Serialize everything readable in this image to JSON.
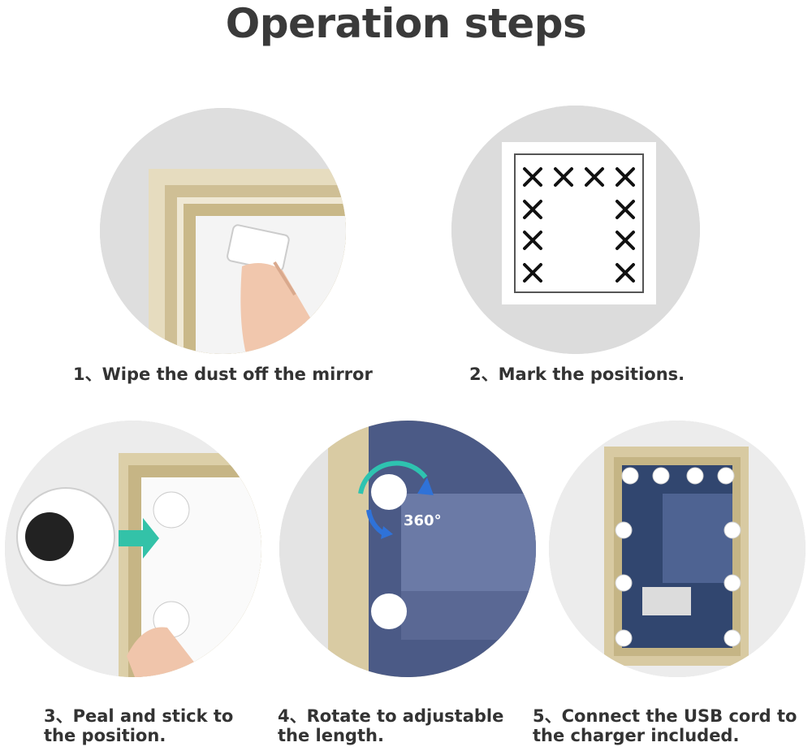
{
  "title": "Operation steps",
  "steps": [
    {
      "number": "1、",
      "lines": [
        "Wipe the dust off the mirror"
      ]
    },
    {
      "number": "2、",
      "lines": [
        "Mark the positions."
      ]
    },
    {
      "number": "3、",
      "lines": [
        "Peal and stick to",
        "the position."
      ]
    },
    {
      "number": "4、",
      "lines": [
        "Rotate to adjustable",
        "the length."
      ]
    },
    {
      "number": "5、",
      "lines": [
        "Connect the USB cord to",
        "the charger included."
      ]
    }
  ],
  "rotation_label": "360°",
  "colors": {
    "title": "#3a3a3a",
    "caption": "#333333",
    "circle_gray": "#d9d9d9",
    "frame_gold": "#d8c9a3",
    "mark": "#111111"
  },
  "icons": [
    "wipe-hand-icon",
    "mark-grid-icon",
    "bulb-stick-icon",
    "rotate-360-icon",
    "mirror-lights-icon"
  ]
}
